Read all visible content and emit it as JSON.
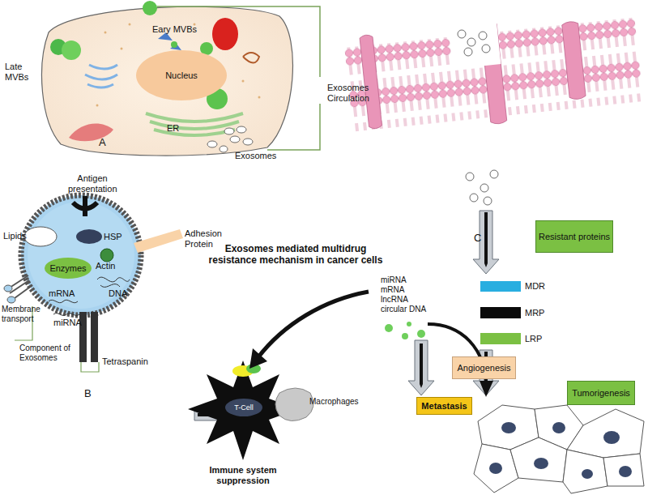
{
  "diagram": {
    "nodes": [
      {
        "text": [
          "Nucleus"
        ]
      },
      {
        "text": [
          "Enzymes"
        ]
      },
      {
        "text": [
          "T-Cell"
        ]
      },
      {
        "text": [
          "Resistant proteins"
        ]
      },
      {
        "text": [
          "Angiogenesis"
        ]
      },
      {
        "text": [
          "Tumorigenesis"
        ]
      },
      {
        "text": [
          "Metastasis"
        ]
      }
    ],
    "labels": [
      "Late MVBs",
      "Eary MVBs",
      "ER",
      "Exosomes",
      "Exosomes Circulation",
      "A",
      "Antigen presentation",
      "Lipids",
      "HSP",
      "Actin",
      "DNA",
      "Adhesion Protein",
      "mRNA",
      "miRNA",
      "Membrane transport",
      "Component of Exosomes",
      "Tetraspanin",
      "B",
      "Exosomes mediated multidrug resistance mechanism in cancer cells",
      "miRNA mRNA lncRNA circular DNA",
      "Macrophages",
      "Immune system suppression",
      "C",
      "MDR",
      "MRP",
      "LRP"
    ]
  }
}
